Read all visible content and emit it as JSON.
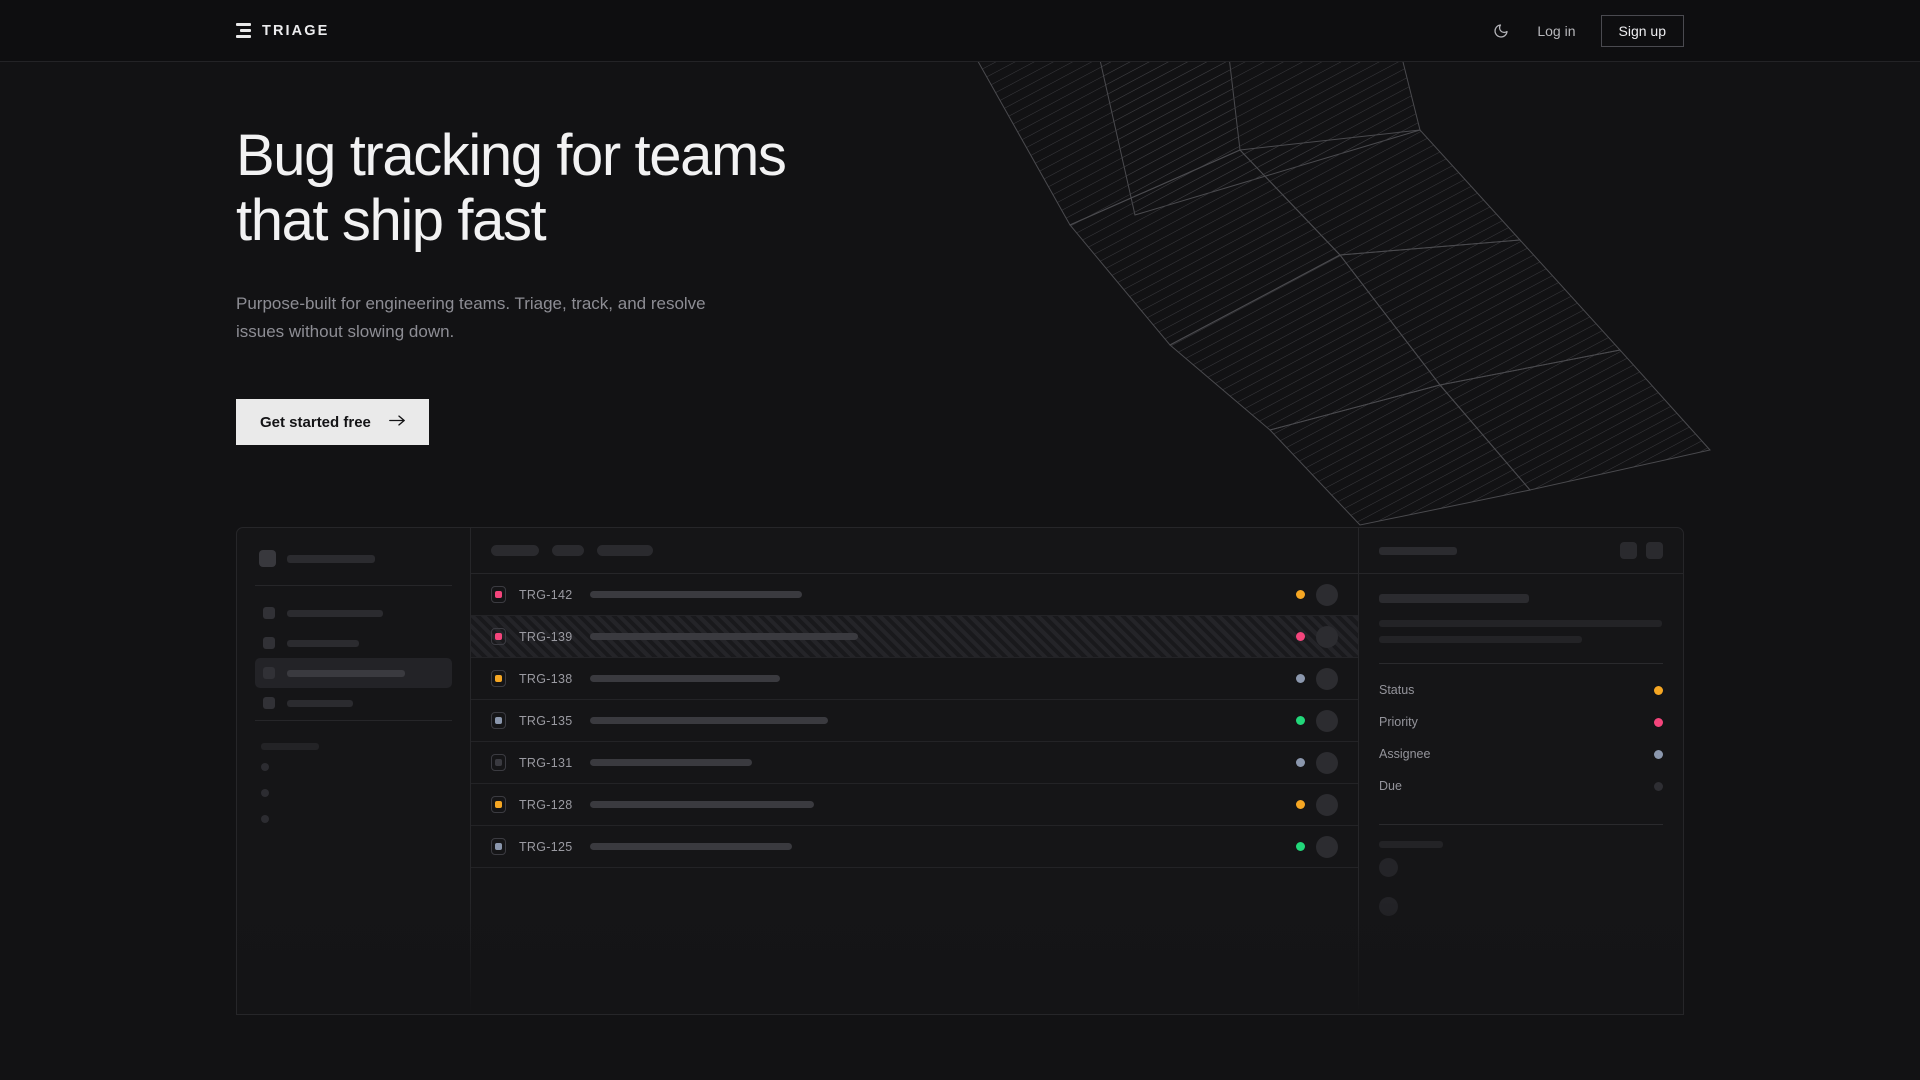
{
  "header": {
    "brand": "TRIAGE",
    "logo_icon": "stacked-bars-logo-icon",
    "theme_toggle_icon": "moon-icon",
    "login_label": "Log in",
    "signup_label": "Sign up"
  },
  "hero": {
    "heading": "Bug tracking for teams that ship fast",
    "heading_line1": "Bug tracking for teams",
    "heading_line2": "that ship fast",
    "subheading": "Purpose-built for engineering teams. Triage, track, and resolve issues without slowing down.",
    "cta_label": "Get started free",
    "cta_icon": "arrow-right-icon"
  },
  "mockup": {
    "sidebar": {
      "workspace_placeholder": "",
      "nav_items": [
        {
          "active": false,
          "width": 96
        },
        {
          "active": false,
          "width": 72
        },
        {
          "active": true,
          "width": 118
        },
        {
          "active": false,
          "width": 66
        }
      ],
      "section_label_width": 60,
      "mini_items": 3
    },
    "toolbar": {
      "chips": [
        48,
        32,
        56
      ]
    },
    "rows": [
      {
        "id": "TRG-142",
        "priority_color": "#f4457c",
        "status_color": "#f5a623",
        "title_width": 212,
        "selected": false
      },
      {
        "id": "TRG-139",
        "priority_color": "#f4457c",
        "status_color": "#f4457c",
        "title_width": 268,
        "selected": true
      },
      {
        "id": "TRG-138",
        "priority_color": "#f5a623",
        "status_color": "#8b97ad",
        "title_width": 190,
        "selected": false
      },
      {
        "id": "TRG-135",
        "priority_color": "#8b97ad",
        "status_color": "#22d77a",
        "title_width": 238,
        "selected": false
      },
      {
        "id": "TRG-131",
        "priority_color": "#3a3a40",
        "status_color": "#8b97ad",
        "title_width": 162,
        "selected": false
      },
      {
        "id": "TRG-128",
        "priority_color": "#f5a623",
        "status_color": "#f5a623",
        "title_width": 224,
        "selected": false
      },
      {
        "id": "TRG-125",
        "priority_color": "#8b97ad",
        "status_color": "#22d77a",
        "title_width": 202,
        "selected": false
      }
    ],
    "detail": {
      "title_width": 78,
      "action_buttons": 2,
      "heading_width": 150,
      "body_line_widths": [
        283,
        203
      ],
      "meta": [
        {
          "label": "Status",
          "color": "#f5a623"
        },
        {
          "label": "Priority",
          "color": "#f4457c"
        },
        {
          "label": "Assignee",
          "color": "#8b97ad"
        },
        {
          "label": "Due",
          "color": "#2e2e33"
        }
      ],
      "activity_label_width": 64,
      "activity_items": 2
    }
  },
  "colors": {
    "page_bg": "#121214",
    "header_bg": "#0e0e10",
    "border": "#262629",
    "text_primary": "#f2f2f3",
    "text_muted": "#8d8d94",
    "cta_bg": "#eaeaea",
    "accent_orange": "#f5a623",
    "accent_pink": "#f4457c",
    "accent_green": "#22d77a",
    "accent_slate": "#8b97ad"
  }
}
